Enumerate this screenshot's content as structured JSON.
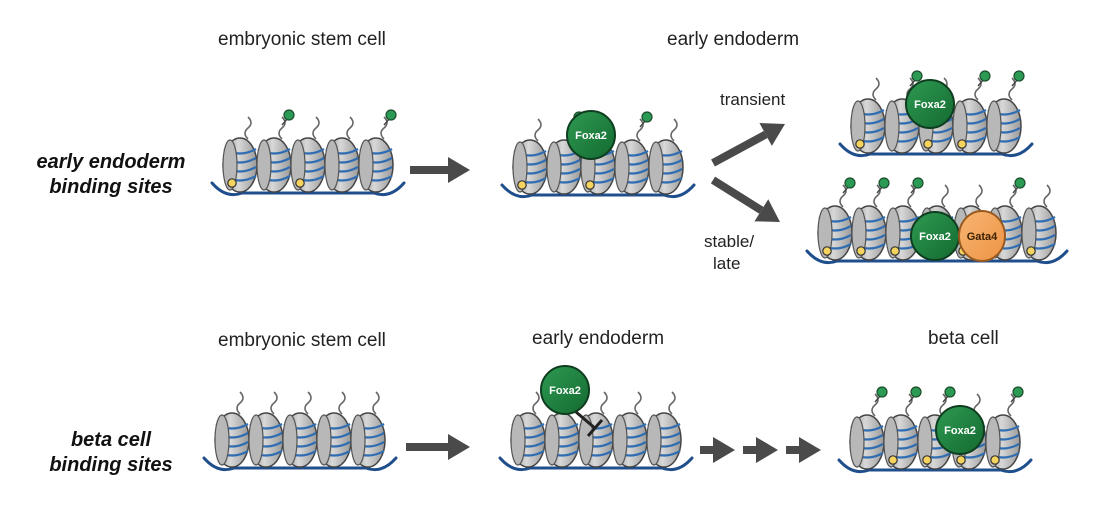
{
  "top": {
    "row_label": [
      "early endoderm",
      "binding sites"
    ],
    "stage_esc": "embryonic stem cell",
    "stage_endo": "early endoderm",
    "branch_transient": "transient",
    "branch_stable": [
      "stable/",
      "late"
    ]
  },
  "bottom": {
    "row_label": [
      "beta cell",
      "binding sites"
    ],
    "stage_esc": "embryonic stem cell",
    "stage_endo": "early endoderm",
    "stage_beta": "beta cell"
  },
  "factors": {
    "foxa2": "Foxa2",
    "gata4": "Gata4"
  },
  "colors": {
    "foxa2_fill": "#1a7a3a",
    "gata4_fill": "#f2a35a",
    "histone_mark": "#2a9a55",
    "dna": "#1f4e8c",
    "nucleosome_stripe": "#2f6db3",
    "arrow": "#4a4a4a",
    "methyl_dot": "#f4d35e"
  }
}
